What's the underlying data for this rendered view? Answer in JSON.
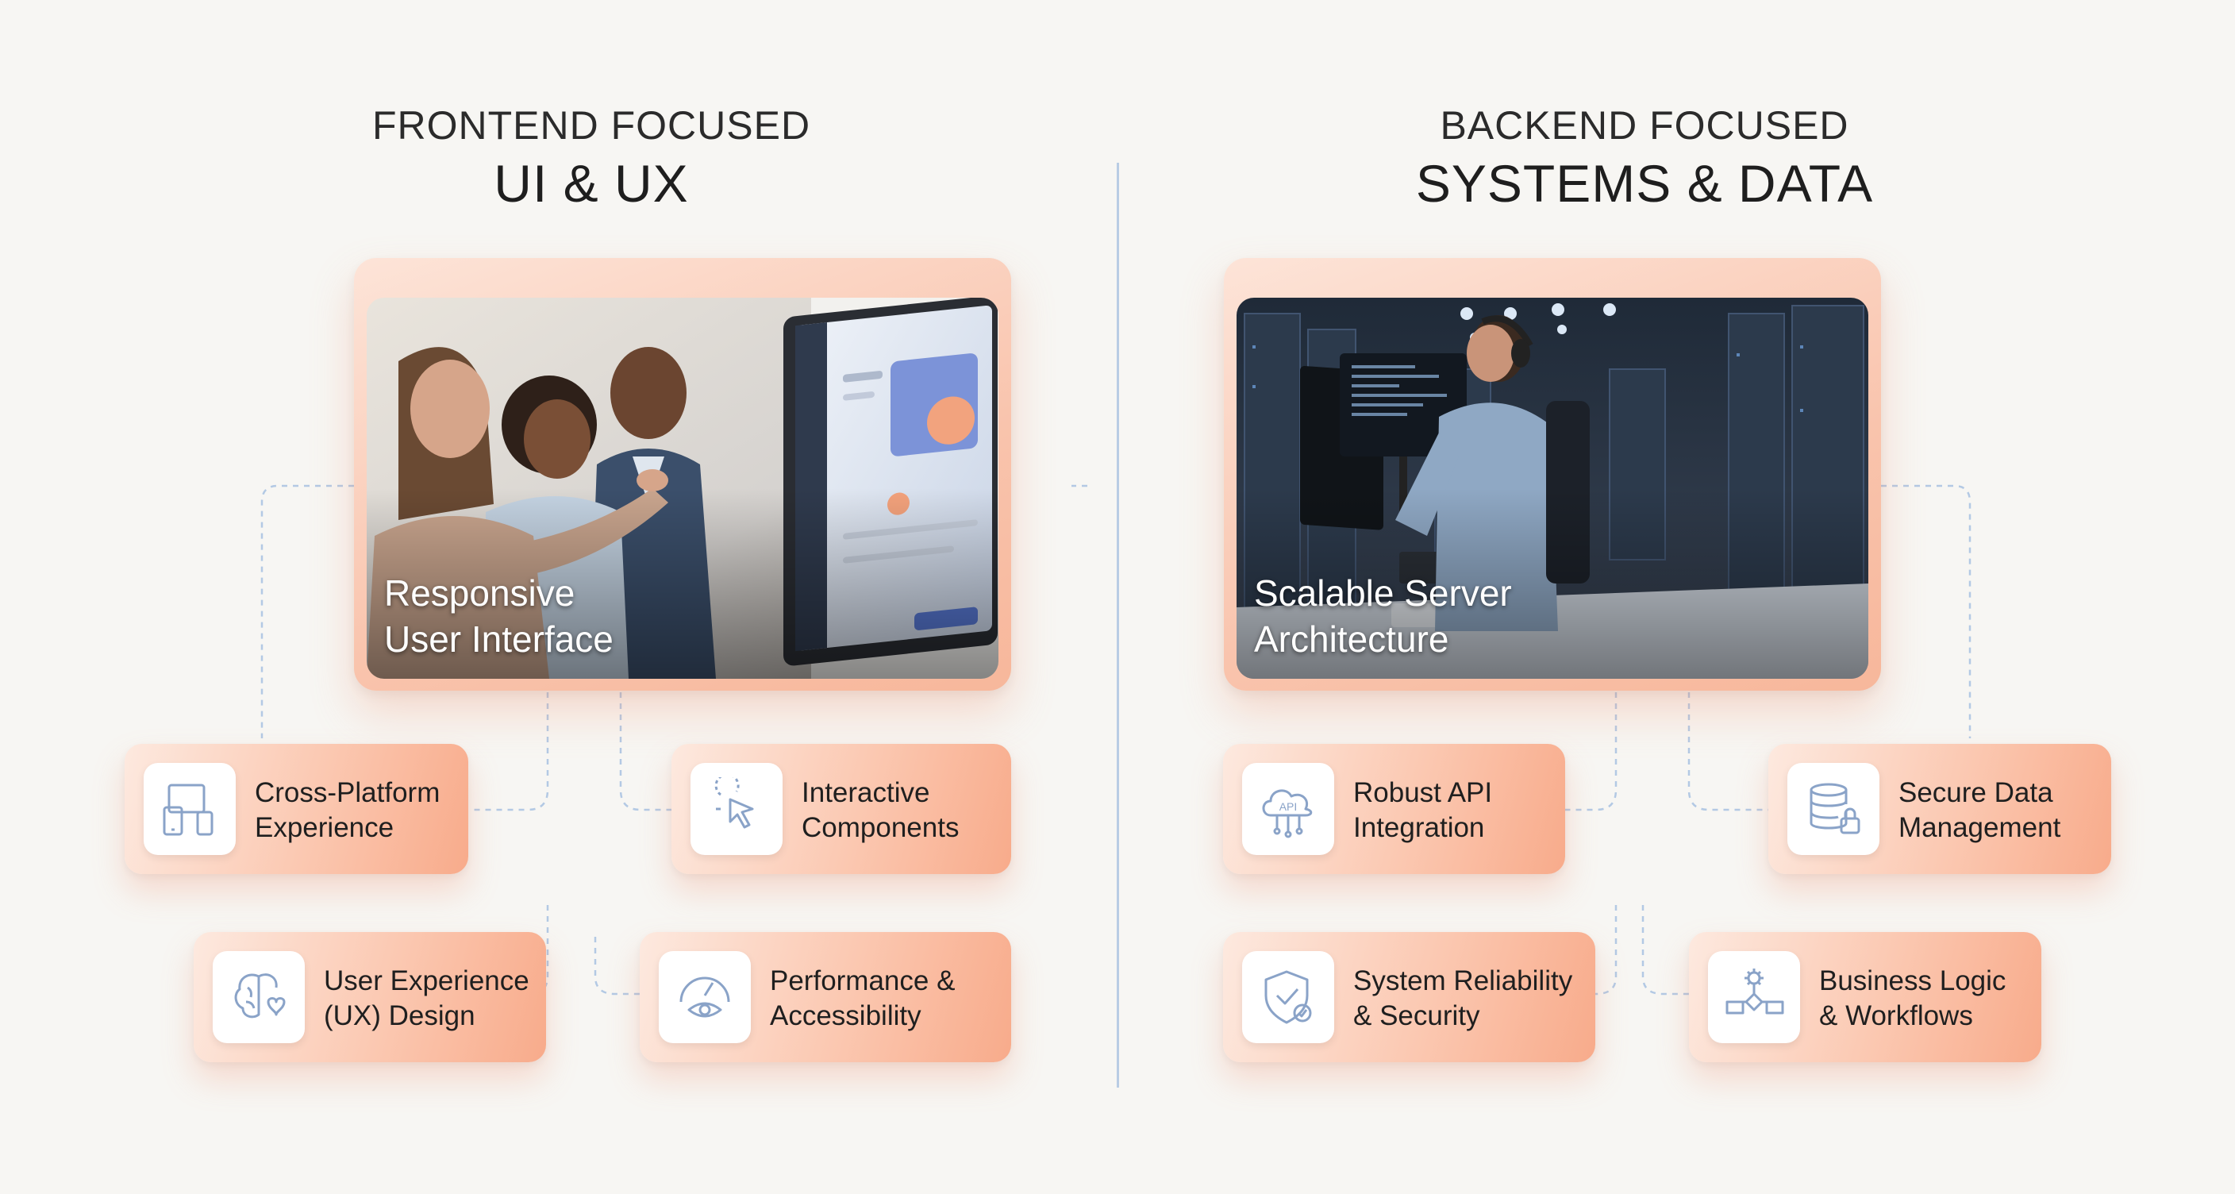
{
  "left": {
    "subtitle": "FRONTEND FOCUSED",
    "title": "UI & UX",
    "hero_caption": [
      "Responsive",
      "User Interface"
    ],
    "cards": [
      {
        "line1": "Cross-Platform",
        "line2": "Experience",
        "icon": "devices-icon"
      },
      {
        "line1": "Interactive",
        "line2": "Components",
        "icon": "pointer-click-icon"
      },
      {
        "line1": "User Experience",
        "line2": "(UX) Design",
        "icon": "brain-heart-icon"
      },
      {
        "line1": "Performance &",
        "line2": "Accessibility",
        "icon": "gauge-eye-icon"
      }
    ]
  },
  "right": {
    "subtitle": "BACKEND FOCUSED",
    "title": "SYSTEMS & DATA",
    "hero_caption": [
      "Scalable Server",
      "Architecture"
    ],
    "cards": [
      {
        "line1": "Robust API",
        "line2": "Integration",
        "icon": "cloud-api-icon",
        "icon_text": "API"
      },
      {
        "line1": "Secure Data",
        "line2": "Management",
        "icon": "database-lock-icon"
      },
      {
        "line1": "System Reliability",
        "line2": "& Security",
        "icon": "shield-check-icon"
      },
      {
        "line1": "Business Logic",
        "line2": "& Workflows",
        "icon": "workflow-gear-icon"
      }
    ]
  },
  "colors": {
    "card_accent": "#f8ab8b",
    "icon_stroke": "#8aa3c8",
    "divider": "#a9c2e0",
    "connector": "#b9cde6"
  }
}
